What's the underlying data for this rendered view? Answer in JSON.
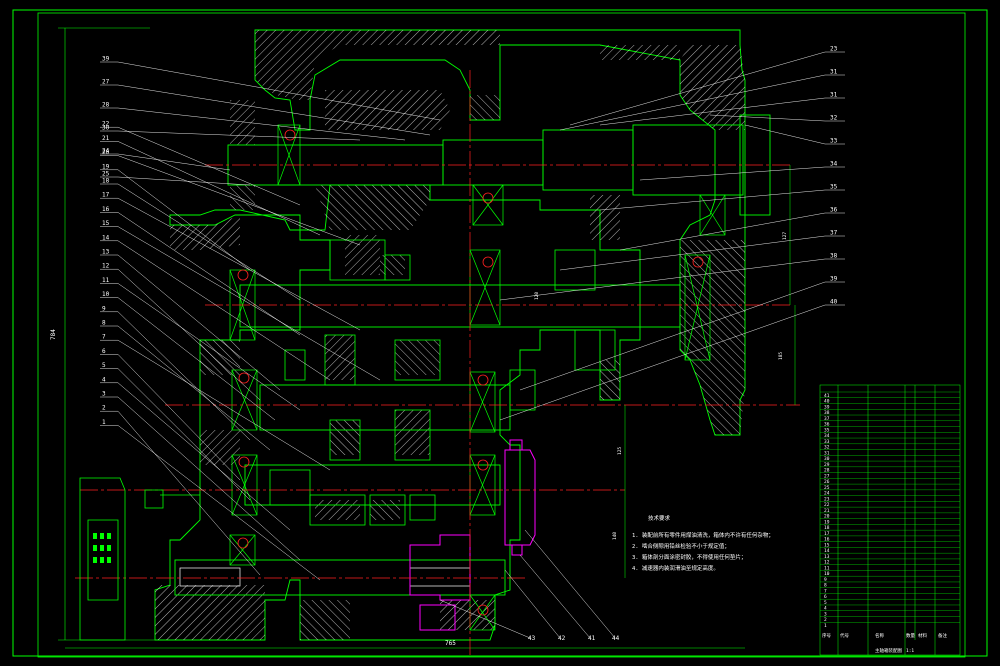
{
  "drawing": {
    "colors": {
      "background": "#000000",
      "outline": "#00ff00",
      "hatch": "#ffffff",
      "centerline": "#ff2020",
      "section": "#ff00ff",
      "dimension": "#00ff00"
    },
    "left_callouts": [
      "39",
      "27",
      "28",
      "30",
      "24",
      "25",
      "22",
      "21",
      "20",
      "19",
      "18",
      "17",
      "16",
      "15",
      "14",
      "13",
      "12",
      "11",
      "10",
      "9",
      "8",
      "7",
      "6",
      "5",
      "4",
      "3",
      "2",
      "1"
    ],
    "right_callouts": [
      "23",
      "31",
      "31",
      "32",
      "33",
      "34",
      "35",
      "36",
      "37",
      "38",
      "39",
      "40"
    ],
    "bottom_callouts": [
      "43",
      "42",
      "41",
      "44"
    ],
    "tech_req_title": "技术要求",
    "tech_req_lines": [
      "1. 装配前所有零件用煤油清洗，箱体内不许有任何杂物；",
      "2. 啮合侧隙用铅丝检验不小于规定值；",
      "3. 箱体剖分面涂密封胶，不得使用任何垫片；",
      "4. 减速器内装润滑油至规定高度。"
    ],
    "dims": {
      "height": "784",
      "width": "765",
      "d1": "127",
      "d2": "185",
      "d3": "125",
      "d4": "140",
      "d5": "120"
    }
  },
  "title_block": {
    "rows": [
      "41",
      "40",
      "39",
      "38",
      "37",
      "36",
      "35",
      "34",
      "33",
      "32",
      "31",
      "30",
      "29",
      "28",
      "27",
      "26",
      "25",
      "24",
      "23",
      "22",
      "21",
      "20",
      "19",
      "18",
      "17",
      "16",
      "15",
      "14",
      "13",
      "12",
      "11",
      "10",
      "9",
      "8",
      "7",
      "6",
      "5",
      "4",
      "3",
      "2",
      "1"
    ],
    "header": [
      "序号",
      "代号",
      "名称",
      "数量",
      "材料",
      "备注"
    ],
    "drawing_name": "主轴箱装配图",
    "scale": "1:1"
  }
}
